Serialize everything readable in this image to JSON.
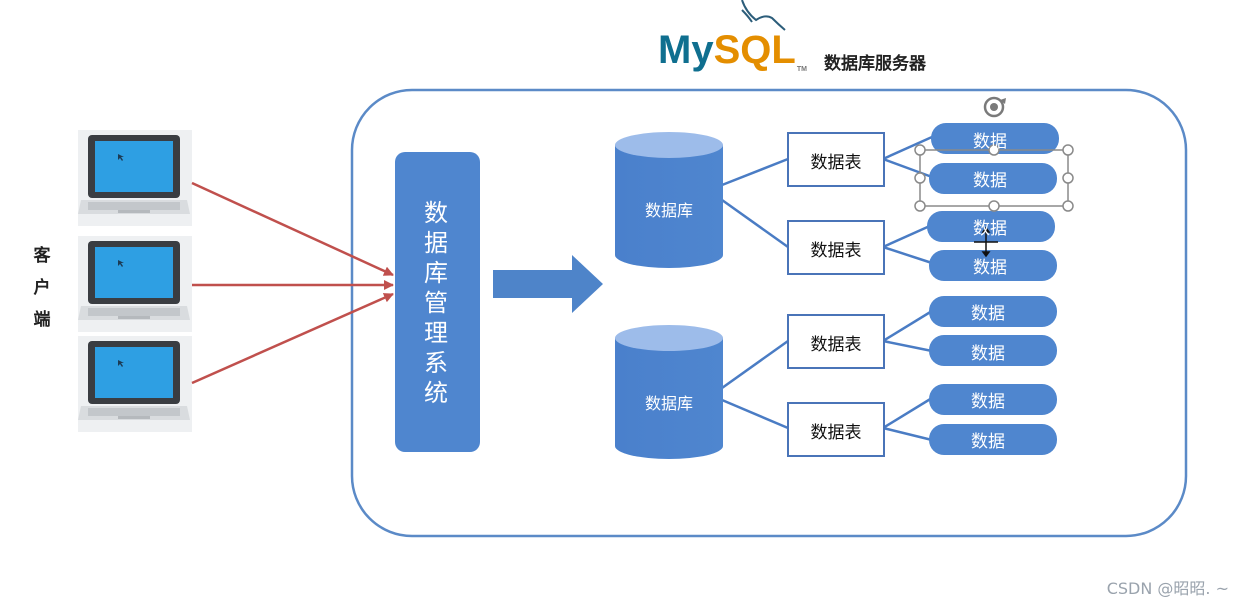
{
  "logo": {
    "my": "My",
    "sql": "SQL",
    "tm": "TM"
  },
  "server_label": "数据库服务器",
  "client_label": "客户端",
  "dbms_label": "数据库管理系统",
  "database_label": "数据库",
  "table_label": "数据表",
  "data_label": "数据",
  "watermark": "CSDN @昭昭. ~",
  "colors": {
    "primary_blue": "#4f86cf",
    "frame_border": "#5b8ac7",
    "arrow_red": "#c0504d",
    "connector": "#4a7cc4"
  }
}
